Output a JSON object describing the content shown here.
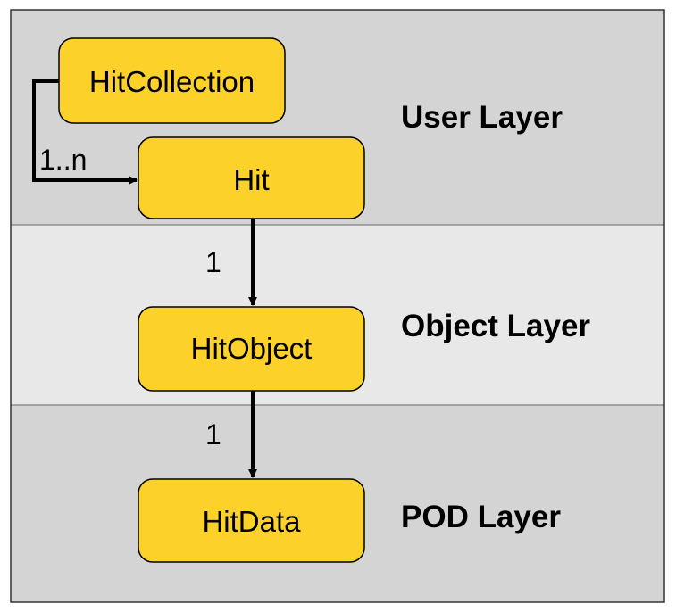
{
  "layers": {
    "user": "User Layer",
    "object": "Object Layer",
    "pod": "POD Layer"
  },
  "boxes": {
    "hit_collection": "HitCollection",
    "hit": "Hit",
    "hit_object": "HitObject",
    "hit_data": "HitData"
  },
  "multiplicities": {
    "collection_to_hit": "1..n",
    "hit_to_object": "1",
    "object_to_data": "1"
  },
  "colors": {
    "user_band": "#d4d4d4",
    "object_band": "#e8e8e8",
    "pod_band": "#d4d4d4",
    "box_fill": "#fcd22a",
    "box_stroke": "#000000",
    "frame_stroke": "#333333",
    "arrow": "#000000"
  }
}
